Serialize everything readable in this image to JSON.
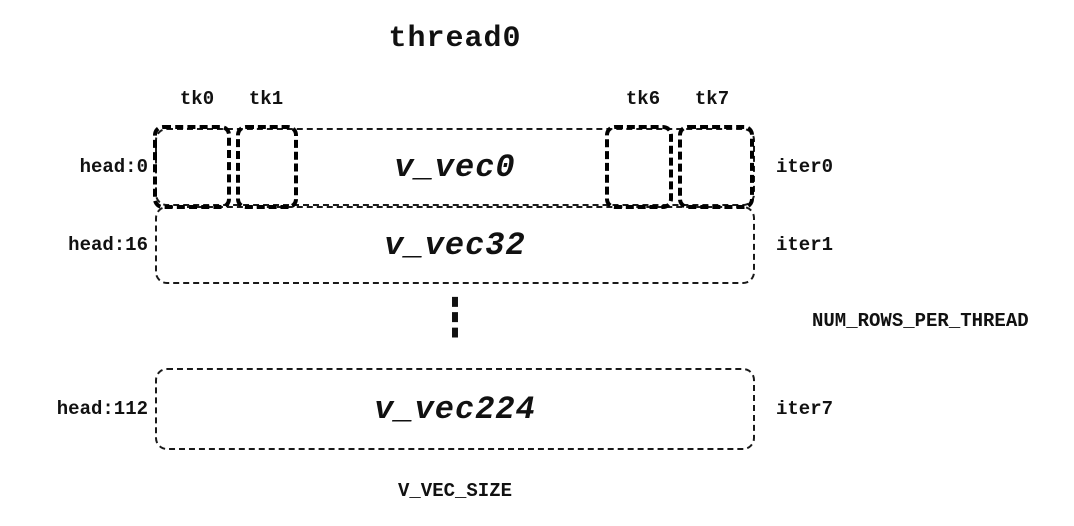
{
  "diagram": {
    "title": "thread0",
    "tk_labels": [
      {
        "label": "tk0"
      },
      {
        "label": "tk1"
      },
      {
        "label": "tk6"
      },
      {
        "label": "tk7"
      }
    ],
    "rows": [
      {
        "head": "head:0",
        "vec": "v_vec0",
        "iter": "iter0"
      },
      {
        "head": "head:16",
        "vec": "v_vec32",
        "iter": "iter1"
      },
      {
        "head": "head:112",
        "vec": "v_vec224",
        "iter": "iter7"
      }
    ],
    "ellipsis": "⋮",
    "num_rows_label": "NUM_ROWS_PER_THREAD",
    "v_vec_size_label": "V_VEC_SIZE"
  }
}
